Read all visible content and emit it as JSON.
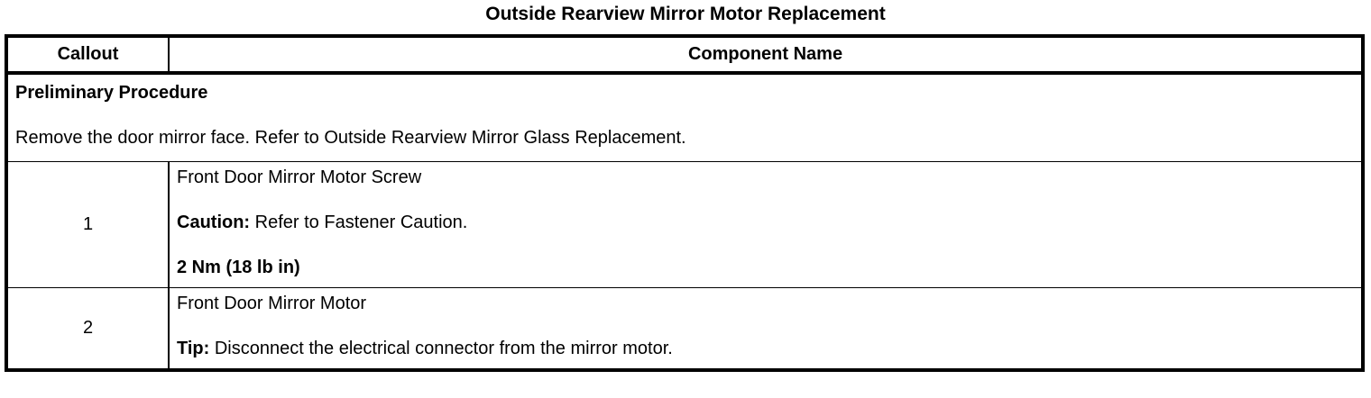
{
  "page": {
    "title": "Outside Rearview Mirror Motor Replacement"
  },
  "table": {
    "headers": {
      "callout": "Callout",
      "component": "Component Name"
    },
    "preliminary": {
      "heading": "Preliminary Procedure",
      "text": "Remove the door mirror face. Refer to Outside Rearview Mirror Glass Replacement."
    },
    "rows": [
      {
        "callout": "1",
        "component": "Front Door Mirror Motor Screw",
        "note_label": "Caution:",
        "note_text": " Refer to Fastener Caution.",
        "torque": "2 Nm (18 lb in)"
      },
      {
        "callout": "2",
        "component": "Front Door Mirror Motor",
        "note_label": "Tip:",
        "note_text": " Disconnect the electrical connector from the mirror motor."
      }
    ]
  },
  "colors": {
    "text": "#000000",
    "background": "#ffffff",
    "border": "#000000"
  }
}
